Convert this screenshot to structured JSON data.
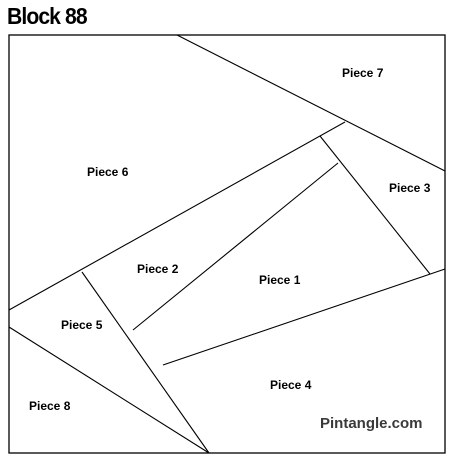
{
  "title": "Block 88",
  "pieces": [
    {
      "id": "piece-1",
      "label": "Piece 1"
    },
    {
      "id": "piece-2",
      "label": "Piece 2"
    },
    {
      "id": "piece-3",
      "label": "Piece 3"
    },
    {
      "id": "piece-4",
      "label": "Piece 4"
    },
    {
      "id": "piece-5",
      "label": "Piece 5"
    },
    {
      "id": "piece-6",
      "label": "Piece 6"
    },
    {
      "id": "piece-7",
      "label": "Piece 7"
    },
    {
      "id": "piece-8",
      "label": "Piece 8"
    }
  ],
  "watermark": "Pintangle.com",
  "colors": {
    "line": "#000000",
    "background": "#ffffff",
    "watermark": "#3a3a3a"
  }
}
